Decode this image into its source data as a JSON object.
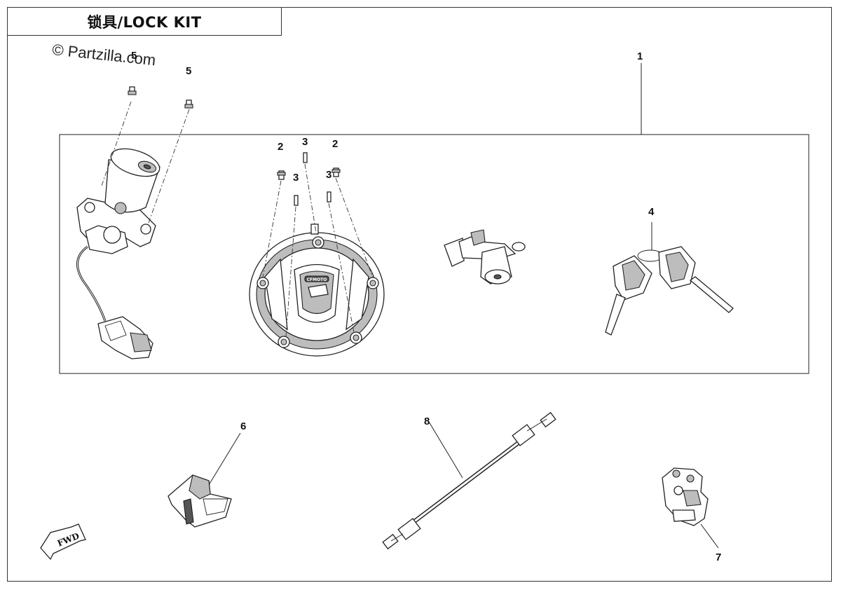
{
  "title": "锁具/LOCK KIT",
  "watermark": "© Partzilla.com",
  "fwd_label": "FWD",
  "callouts": {
    "c1": "1",
    "c2a": "2",
    "c2b": "2",
    "c3a": "3",
    "c3b": "3",
    "c3c": "3",
    "c4": "4",
    "c5a": "5",
    "c5b": "5",
    "c6": "6",
    "c7": "7",
    "c8": "8"
  },
  "fuel_cap_logo": "CFMOTO",
  "colors": {
    "line": "#222222",
    "shade": "#bdbdbd",
    "background": "#ffffff"
  }
}
